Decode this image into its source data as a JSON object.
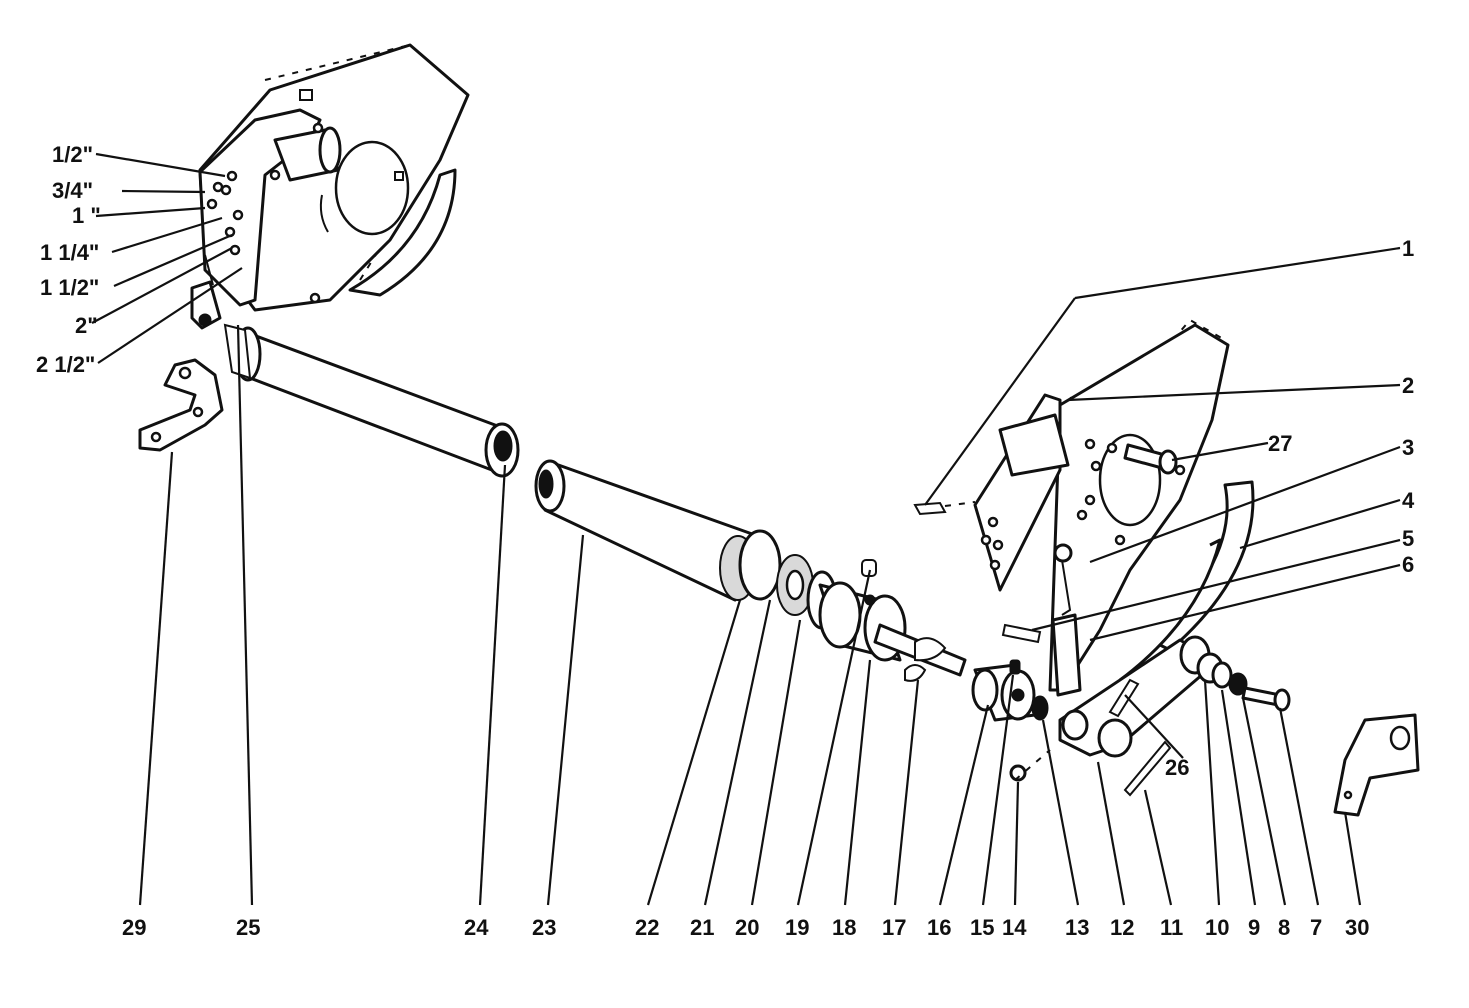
{
  "diagram": {
    "callouts": [
      {
        "id": "1",
        "text": "1"
      },
      {
        "id": "2",
        "text": "2"
      },
      {
        "id": "3",
        "text": "3"
      },
      {
        "id": "4",
        "text": "4"
      },
      {
        "id": "5",
        "text": "5"
      },
      {
        "id": "6",
        "text": "6"
      },
      {
        "id": "7",
        "text": "7"
      },
      {
        "id": "8",
        "text": "8"
      },
      {
        "id": "9",
        "text": "9"
      },
      {
        "id": "10",
        "text": "10"
      },
      {
        "id": "11",
        "text": "11"
      },
      {
        "id": "12",
        "text": "12"
      },
      {
        "id": "13",
        "text": "13"
      },
      {
        "id": "14",
        "text": "14"
      },
      {
        "id": "15",
        "text": "15"
      },
      {
        "id": "16",
        "text": "16"
      },
      {
        "id": "17",
        "text": "17"
      },
      {
        "id": "18",
        "text": "18"
      },
      {
        "id": "19",
        "text": "19"
      },
      {
        "id": "20",
        "text": "20"
      },
      {
        "id": "21",
        "text": "21"
      },
      {
        "id": "22",
        "text": "22"
      },
      {
        "id": "23",
        "text": "23"
      },
      {
        "id": "24",
        "text": "24"
      },
      {
        "id": "25",
        "text": "25"
      },
      {
        "id": "26",
        "text": "26"
      },
      {
        "id": "27",
        "text": "27"
      },
      {
        "id": "29",
        "text": "29"
      },
      {
        "id": "30",
        "text": "30"
      }
    ],
    "height_settings": [
      "1/2\"",
      "3/4\"",
      "1 \"",
      "1 1/4\"",
      "1 1/2\"",
      "2\"",
      "2 1/2\""
    ]
  }
}
